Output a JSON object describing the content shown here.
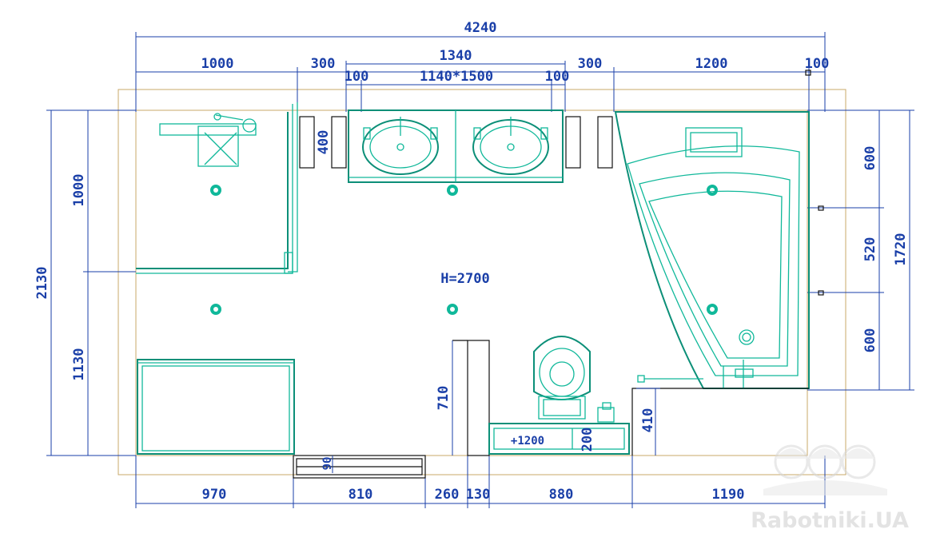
{
  "dimensions": {
    "overall_width": "4240",
    "top_row": [
      "1000",
      "300",
      "1340",
      "300",
      "1200",
      "100"
    ],
    "vanity_row": [
      "100",
      "1140*1500",
      "100"
    ],
    "bottom_row": [
      "970",
      "810",
      "260",
      "130",
      "880",
      "1190"
    ],
    "left_total": "2130",
    "left_parts": [
      "1000",
      "1130"
    ],
    "right_total": "1720",
    "right_parts": [
      "600",
      "520",
      "600"
    ],
    "mirror_depth": "400",
    "partition_height": "710",
    "toilet_offset": "410",
    "cabinet_depth": "200",
    "door_gap": "90"
  },
  "annotations": {
    "ceiling_height": "H=2700",
    "cabinet_label": "+1200"
  },
  "watermark": {
    "text": "Rabotniki.UA",
    "icon": "workers-helmets-icon"
  },
  "colors": {
    "dimension": "#1a3fa8",
    "fixture": "#10b89a",
    "wall_outline": "#c8a86a",
    "partition": "#111111"
  }
}
